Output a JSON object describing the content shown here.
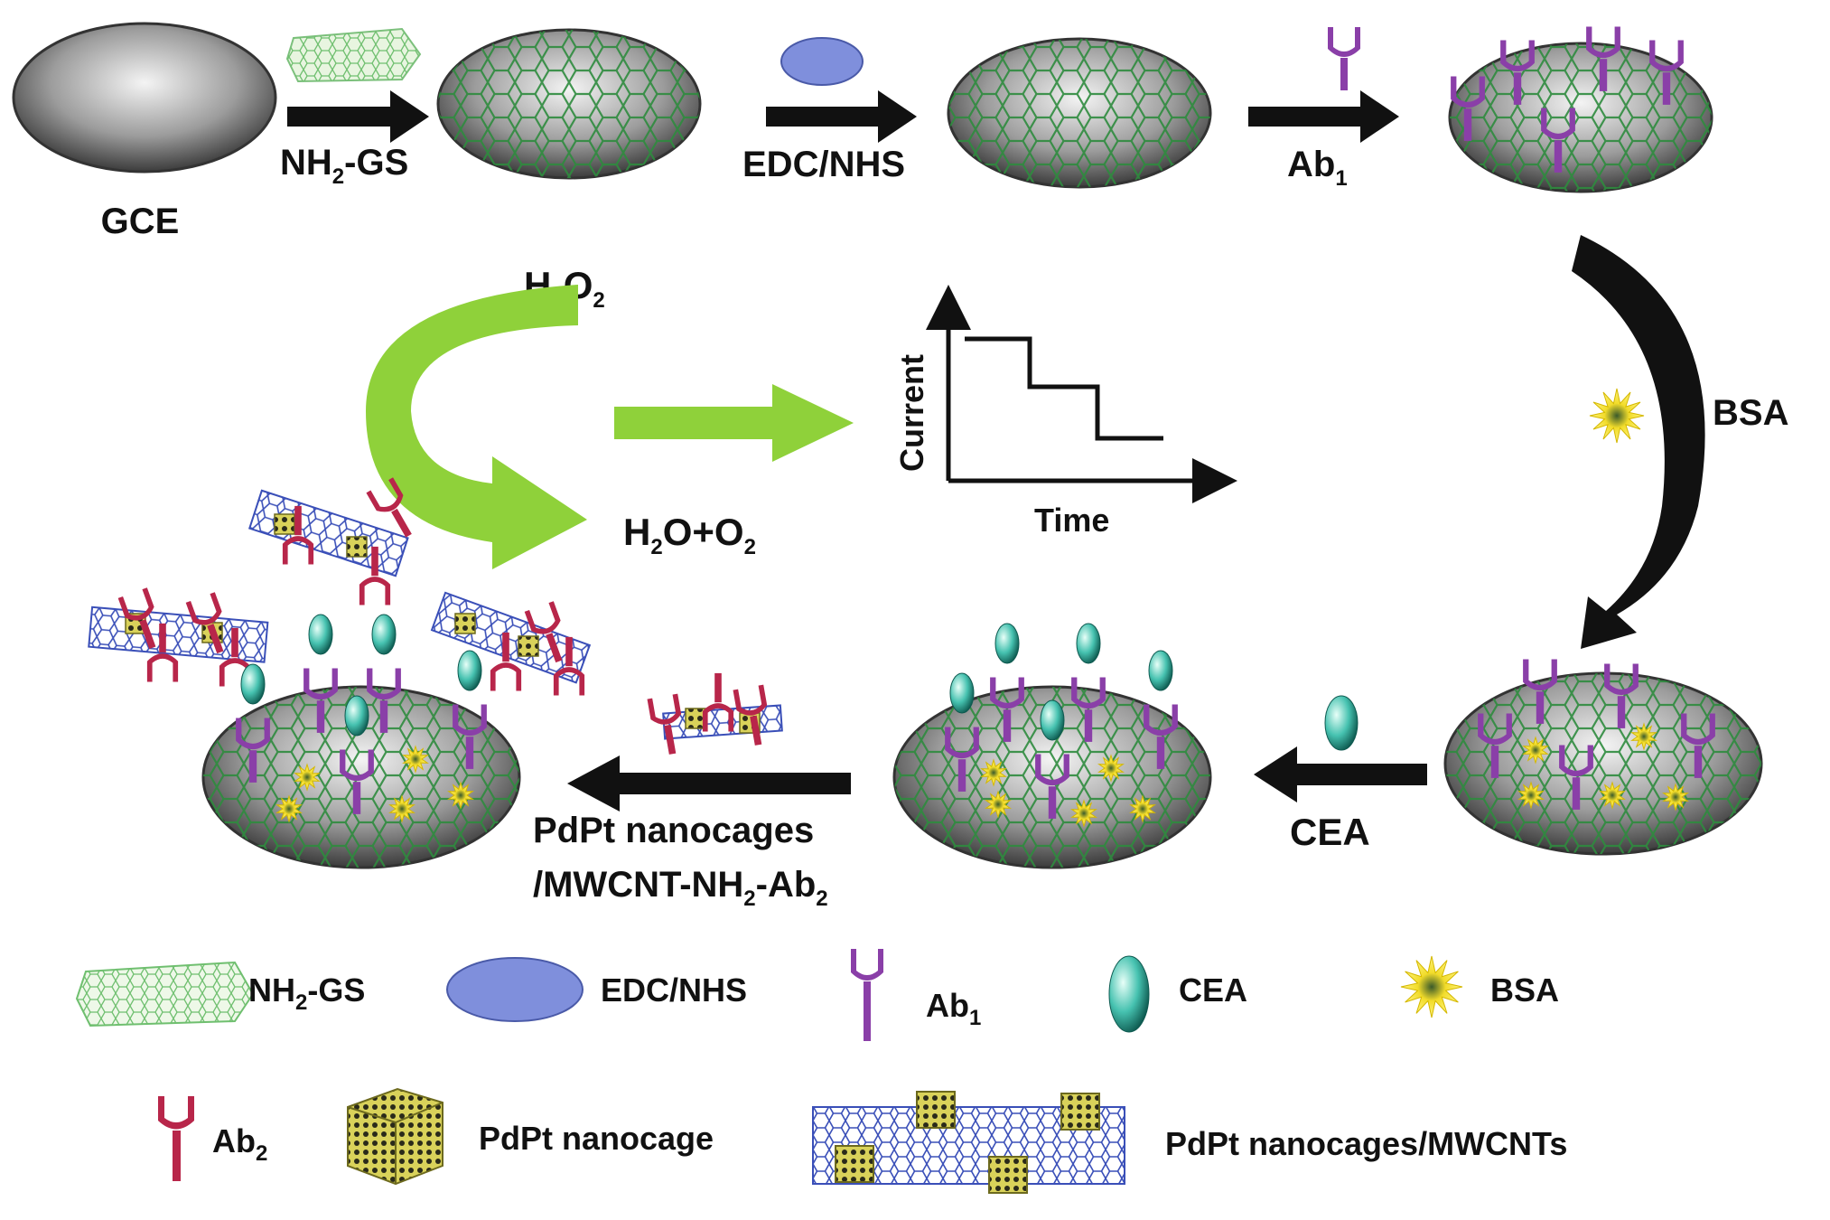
{
  "labels": {
    "gce": "GCE",
    "step_nh2gs": {
      "pre": "NH",
      "sub": "2",
      "post": "-GS"
    },
    "step_edc": "EDC/NHS",
    "step_ab1": {
      "pre": "Ab",
      "sub": "1"
    },
    "step_bsa": "BSA",
    "step_cea": "CEA",
    "step_pdpt_line1": "PdPt nanocages",
    "step_pdpt_line2": {
      "pre": "/MWCNT-NH",
      "sub1": "2",
      "mid": "-Ab",
      "sub2": "2"
    },
    "h2o2": {
      "pre": "H",
      "sub1": "2",
      "mid": "O",
      "sub2": "2"
    },
    "h2o_o2": {
      "pre": "H",
      "sub1": "2",
      "mid": "O+O",
      "sub2": "2"
    },
    "ylabel": "Current",
    "xlabel": "Time"
  },
  "legend": {
    "nh2gs": {
      "pre": "NH",
      "sub": "2",
      "post": "-GS"
    },
    "edc": "EDC/NHS",
    "ab1": {
      "pre": "Ab",
      "sub": "1"
    },
    "cea": "CEA",
    "bsa": "BSA",
    "ab2": {
      "pre": "Ab",
      "sub": "2"
    },
    "nanocage": "PdPt nanocage",
    "mwcnt": "PdPt nanocages/MWCNTs"
  },
  "colors": {
    "ab1": "#8a3fa8",
    "ab2": "#b8264a",
    "cea": "#3fb8a8",
    "bsa": "#f2dc2a",
    "edc": "#7f8fdc",
    "graphene": "#2e8b3e",
    "arrow_green": "#8fd13a",
    "cnt": "#3a4fb8"
  }
}
